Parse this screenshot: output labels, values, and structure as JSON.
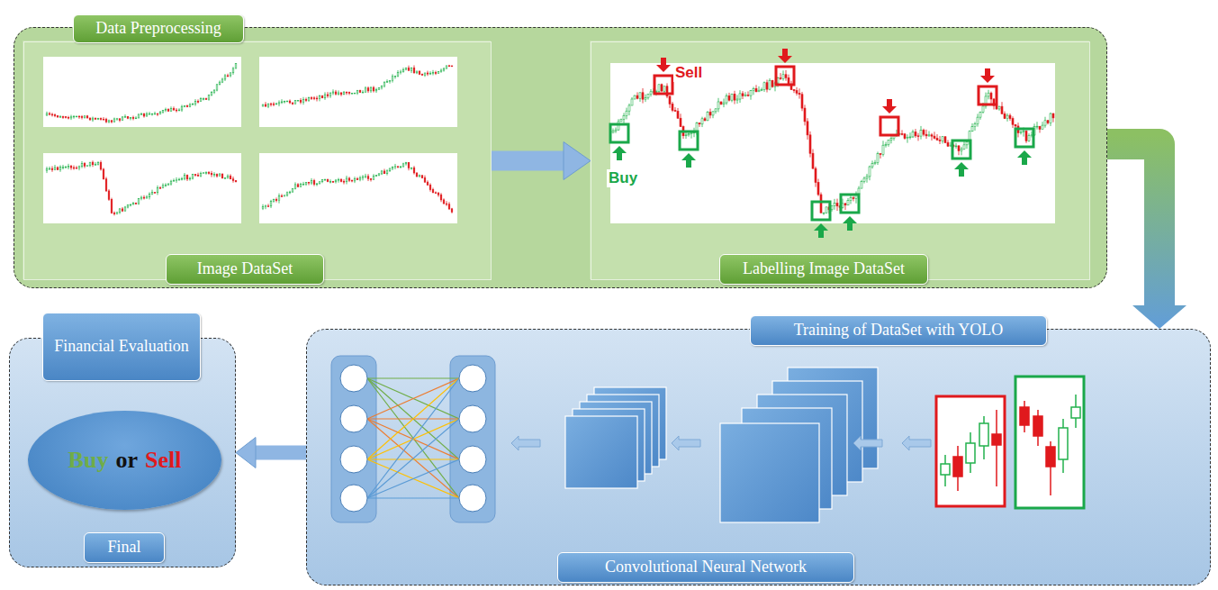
{
  "diagram": {
    "nodes": [
      {
        "text": [
          "Data Preprocessing"
        ]
      },
      {
        "text": [
          "Image DataSet"
        ],
        "in": 0
      },
      {
        "text": [
          "Labelling Image DataSet"
        ],
        "in": 0
      },
      {
        "text": [
          "Training of DataSet with YOLO",
          "Convolutional Neural Network"
        ]
      },
      {
        "text": [
          "Financial Evaluation",
          "Final"
        ]
      },
      {
        "text": [
          "Buy",
          "or",
          "Sell"
        ],
        "in": 4
      }
    ],
    "edges": [
      {
        "from": 1,
        "to": 2,
        "arrow": "to"
      },
      {
        "from": 0,
        "to": 3,
        "arrow": "to"
      },
      {
        "from": 3,
        "to": 4,
        "arrow": "to"
      }
    ],
    "labels": [
      "Sell",
      "Buy"
    ]
  }
}
